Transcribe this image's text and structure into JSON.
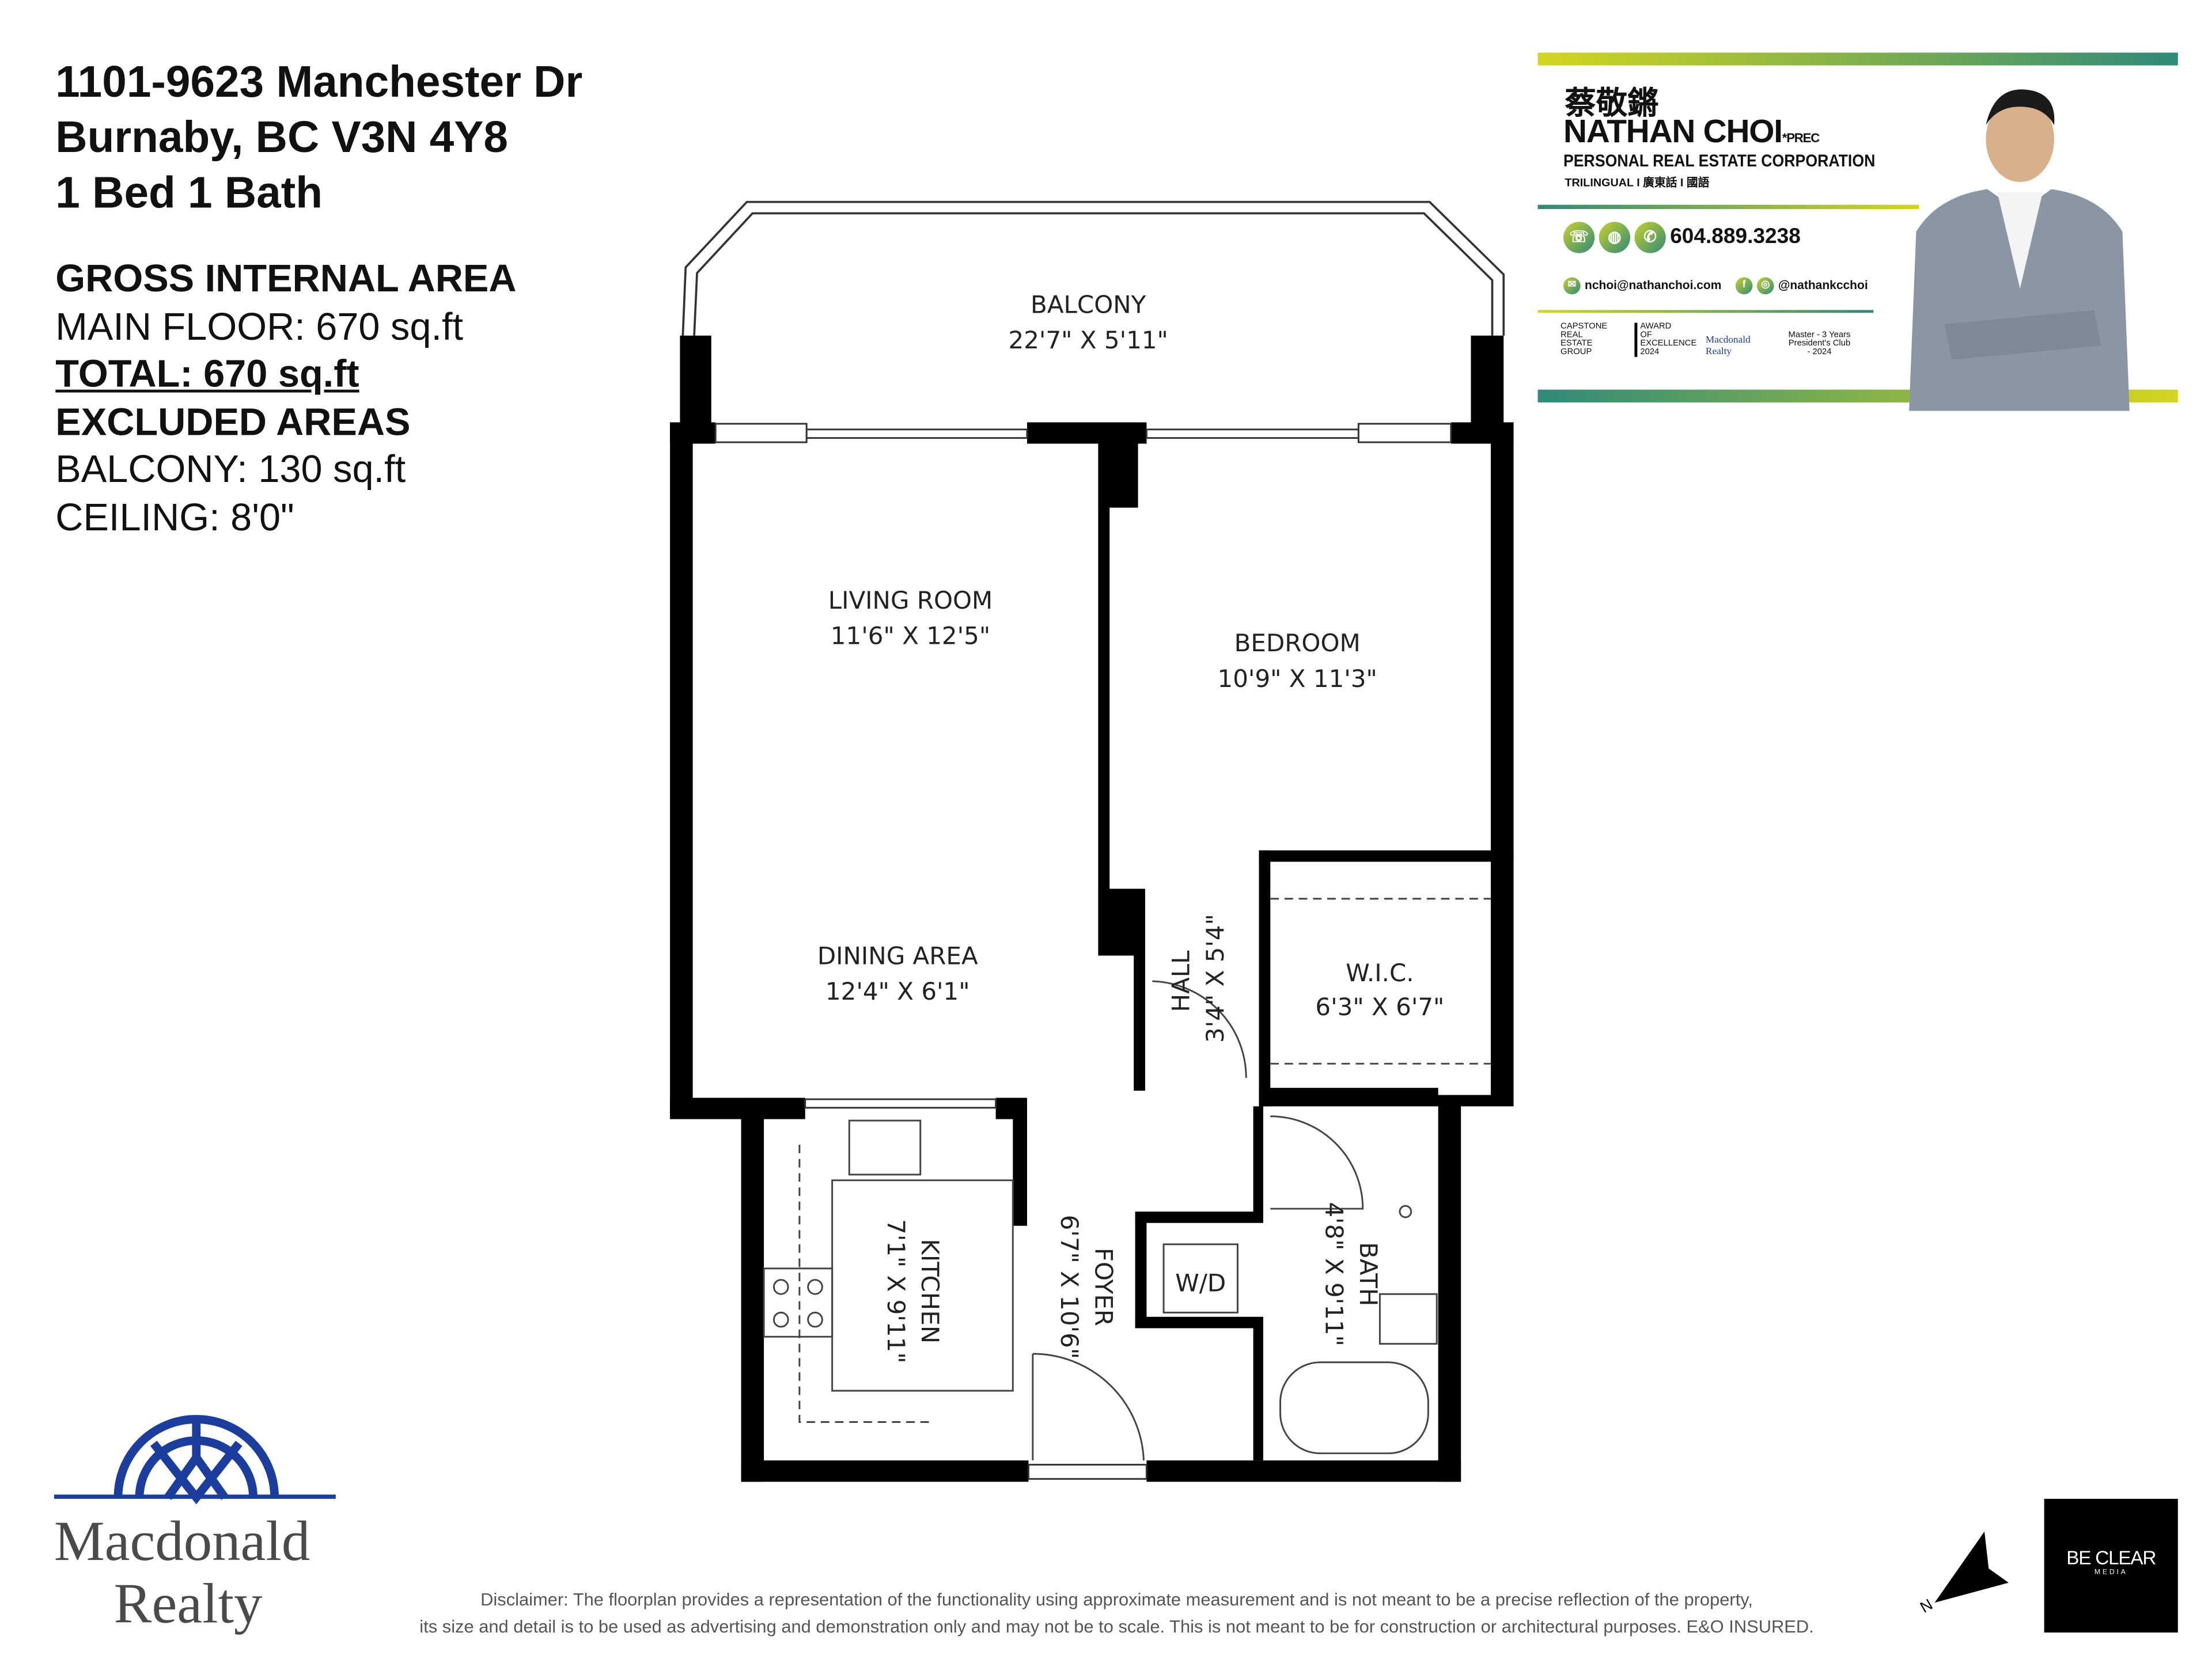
{
  "header": {
    "line1": "1101-9623 Manchester Dr",
    "line2": "Burnaby, BC V3N 4Y8",
    "line3": "1 Bed 1 Bath"
  },
  "area": {
    "title": "GROSS INTERNAL AREA",
    "main_floor": "MAIN FLOOR: 670 sq.ft",
    "total": "TOTAL: 670 sq.ft",
    "excluded": "EXCLUDED AREAS",
    "balcony": "BALCONY: 130 sq.ft",
    "ceiling": "CEILING: 8'0\""
  },
  "rooms": {
    "balcony": {
      "name": "BALCONY",
      "dims": "22'7\" X 5'11\""
    },
    "living": {
      "name": "LIVING ROOM",
      "dims": "11'6\" X 12'5\""
    },
    "bedroom": {
      "name": "BEDROOM",
      "dims": "10'9\" X 11'3\""
    },
    "dining": {
      "name": "DINING AREA",
      "dims": "12'4\" X 6'1\""
    },
    "hall": {
      "name": "HALL",
      "dims": "3'4\" X 5'4\""
    },
    "wic": {
      "name": "W.I.C.",
      "dims": "6'3\" X 6'7\""
    },
    "kitchen": {
      "name": "KITCHEN",
      "dims": "7'1\" X 9'11\""
    },
    "foyer": {
      "name": "FOYER",
      "dims": "6'7\" X 10'6\""
    },
    "wd": {
      "name": "W/D"
    },
    "bath": {
      "name": "BATH",
      "dims": "4'8\" X 9'11\""
    }
  },
  "agent": {
    "chinese_name": "蔡敬鏘",
    "name": "NATHAN CHOI",
    "suffix": "*PREC",
    "title": "PERSONAL REAL ESTATE CORPORATION",
    "languages": "TRILINGUAL I 廣東話 I 國語",
    "phone": "604.889.3238",
    "email": "nchoi@nathanchoi.com",
    "social": "@nathankcchoi",
    "logos": [
      "CAPSTONE REAL ESTATE GROUP",
      "AWARD OF EXCELLENCE 2024",
      "Macdonald Realty",
      "Master - 3 Years President's Club - 2024"
    ],
    "gradient": [
      "#d4d61e",
      "#2f8a7a"
    ]
  },
  "brand": {
    "logo": "Macdonald Realty",
    "line1": "Macdonald",
    "line2": "Realty",
    "color": "#1a3d9e"
  },
  "disclaimer": {
    "line1": "Disclaimer: The floorplan provides a representation of the functionality using approximate measurement and is not meant to be a precise reflection of the property,",
    "line2": "its size and detail is to be used as advertising and demonstration only and may not be to scale. This is not meant to be for construction or architectural purposes. E&O INSURED."
  },
  "compass": {
    "label": "N"
  },
  "media": {
    "name": "BE CLEAR",
    "sub": "MEDIA"
  }
}
